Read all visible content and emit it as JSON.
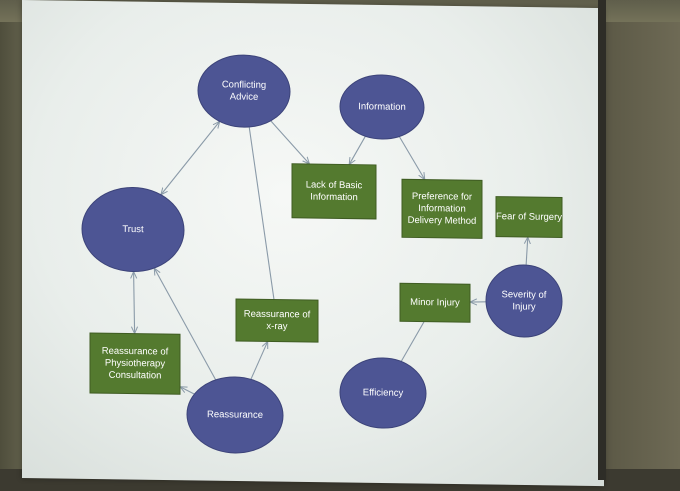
{
  "diagram": {
    "nodes": [
      {
        "id": "conflicting-advice",
        "shape": "ellipse",
        "lines": [
          "Conflicting",
          "Advice"
        ]
      },
      {
        "id": "information",
        "shape": "ellipse",
        "lines": [
          "Information"
        ]
      },
      {
        "id": "trust",
        "shape": "ellipse",
        "lines": [
          "Trust"
        ]
      },
      {
        "id": "severity-of-injury",
        "shape": "ellipse",
        "lines": [
          "Severity of",
          "Injury"
        ]
      },
      {
        "id": "efficiency",
        "shape": "ellipse",
        "lines": [
          "Efficiency"
        ]
      },
      {
        "id": "reassurance",
        "shape": "ellipse",
        "lines": [
          "Reassurance"
        ]
      },
      {
        "id": "lack-of-basic-information",
        "shape": "box",
        "lines": [
          "Lack of Basic",
          "Information"
        ]
      },
      {
        "id": "preference-for-information-delivery-method",
        "shape": "box",
        "lines": [
          "Preference for",
          "Information",
          "Delivery Method"
        ]
      },
      {
        "id": "fear-of-surgery",
        "shape": "box",
        "lines": [
          "Fear of Surgery"
        ]
      },
      {
        "id": "minor-injury",
        "shape": "box",
        "lines": [
          "Minor Injury"
        ]
      },
      {
        "id": "reassurance-of-x-ray",
        "shape": "box",
        "lines": [
          "Reassurance of",
          "x-ray"
        ]
      },
      {
        "id": "reassurance-of-physiotherapy-consultation",
        "shape": "box",
        "lines": [
          "Reassurance of",
          "Physiotherapy",
          "Consultation"
        ]
      }
    ],
    "edges": [
      {
        "from": "conflicting-advice",
        "to": "trust",
        "arrow": "both"
      },
      {
        "from": "conflicting-advice",
        "to": "lack-of-basic-information",
        "arrow": "end"
      },
      {
        "from": "information",
        "to": "lack-of-basic-information",
        "arrow": "end"
      },
      {
        "from": "information",
        "to": "preference-for-information-delivery-method",
        "arrow": "end"
      },
      {
        "from": "conflicting-advice",
        "to": "reassurance-of-x-ray",
        "arrow": "none"
      },
      {
        "from": "trust",
        "to": "reassurance-of-physiotherapy-consultation",
        "arrow": "both"
      },
      {
        "from": "reassurance",
        "to": "trust",
        "arrow": "end"
      },
      {
        "from": "reassurance",
        "to": "reassurance-of-x-ray",
        "arrow": "end"
      },
      {
        "from": "reassurance",
        "to": "reassurance-of-physiotherapy-consultation",
        "arrow": "end"
      },
      {
        "from": "severity-of-injury",
        "to": "fear-of-surgery",
        "arrow": "end"
      },
      {
        "from": "severity-of-injury",
        "to": "minor-injury",
        "arrow": "end"
      },
      {
        "from": "minor-injury",
        "to": "efficiency",
        "arrow": "none"
      }
    ],
    "colors": {
      "ellipse_fill": "#4d5594",
      "box_fill": "#547a2f",
      "box_border": "#3f5c22",
      "edge": "#8a9aa8",
      "text": "#ffffff"
    }
  }
}
